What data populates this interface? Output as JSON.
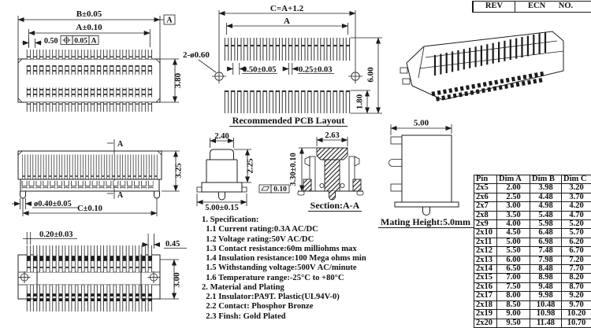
{
  "rev_table": {
    "rev": "REV",
    "ecn": "ECN",
    "no": "NO."
  },
  "top_view": {
    "dim_b": "B±0.05",
    "dim_a": "A±0.10",
    "pitch": "0.50",
    "tol_value": "0.05",
    "tol_datum": "A",
    "datum_flag": "A",
    "height": "3.80",
    "holes": "2-ø0.60"
  },
  "pcb_layout": {
    "title": "Recommended PCB Layout",
    "dim_c": "C=A+1.2",
    "dim_a": "A",
    "pad_pitch": "0.50±0.05",
    "pad_width": "0.25±0.03",
    "span": "6.00",
    "pad_len": "1.80"
  },
  "front_view": {
    "section_mark": "A",
    "height": "3.25",
    "peg": "ø0.40±0.05",
    "dim_c": "C±0.10"
  },
  "bottom_view": {
    "tail_width": "0.20±0.03",
    "end_gap": "0.45",
    "row_span": "3.00"
  },
  "section_left": {
    "top_width": "2.40",
    "height": "2.25",
    "base_width": "5.00±0.15",
    "flatness": "0.10"
  },
  "section_right": {
    "top_width": "2.63",
    "height": "3.30±0.10",
    "label": "Section:A-A"
  },
  "side_view": {
    "width": "5.00",
    "mating_height": "Mating Height:5.0mm"
  },
  "spec": {
    "lines": [
      "1. Specification:",
      "  1.1 Current rating:0.3A AC/DC",
      "  1.2 Voltage rating:50V AC/DC",
      "  1.3 Contact resistance:60m milliohms max",
      "  1.4 Insulation resistance:100 Mega ohms min",
      "  1.5 Withstanding voltage:500V AC/minute",
      "  1.6 Temperature range:-25°C to +80°C",
      "2. Material and Plating",
      "  2.1 Insulator:PA9T. Plastic(UL94V-0)",
      "  2.2 Contact: Phosphor Bronze",
      "  2.3 Finsh: Gold Plated"
    ]
  },
  "pin_table": {
    "headers": [
      "Pin",
      "Dim A",
      "Dim B",
      "Dim C"
    ],
    "rows": [
      [
        "2x5",
        "2.00",
        "3.98",
        "3.20"
      ],
      [
        "2x6",
        "2.50",
        "4.48",
        "3.70"
      ],
      [
        "2x7",
        "3.00",
        "4.98",
        "4.20"
      ],
      [
        "2x8",
        "3.50",
        "5.48",
        "4.70"
      ],
      [
        "2x9",
        "4.00",
        "5.98",
        "5.20"
      ],
      [
        "2x10",
        "4.50",
        "6.48",
        "5.70"
      ],
      [
        "2x11",
        "5.00",
        "6.98",
        "6.20"
      ],
      [
        "2x12",
        "5.50",
        "7.48",
        "6.70"
      ],
      [
        "2x13",
        "6.00",
        "7.98",
        "7.20"
      ],
      [
        "2x14",
        "6.50",
        "8.48",
        "7.70"
      ],
      [
        "2x15",
        "7.00",
        "8.98",
        "8.20"
      ],
      [
        "2x16",
        "7.50",
        "9.48",
        "8.70"
      ],
      [
        "2x17",
        "8.00",
        "9.98",
        "9.20"
      ],
      [
        "2x18",
        "8.50",
        "10.48",
        "9.70"
      ],
      [
        "2x19",
        "9.00",
        "10.98",
        "10.20"
      ],
      [
        "2x20",
        "9.50",
        "11.48",
        "10.70"
      ]
    ]
  },
  "colors": {
    "line": "#1c1c1c",
    "background": "#ffffff"
  }
}
